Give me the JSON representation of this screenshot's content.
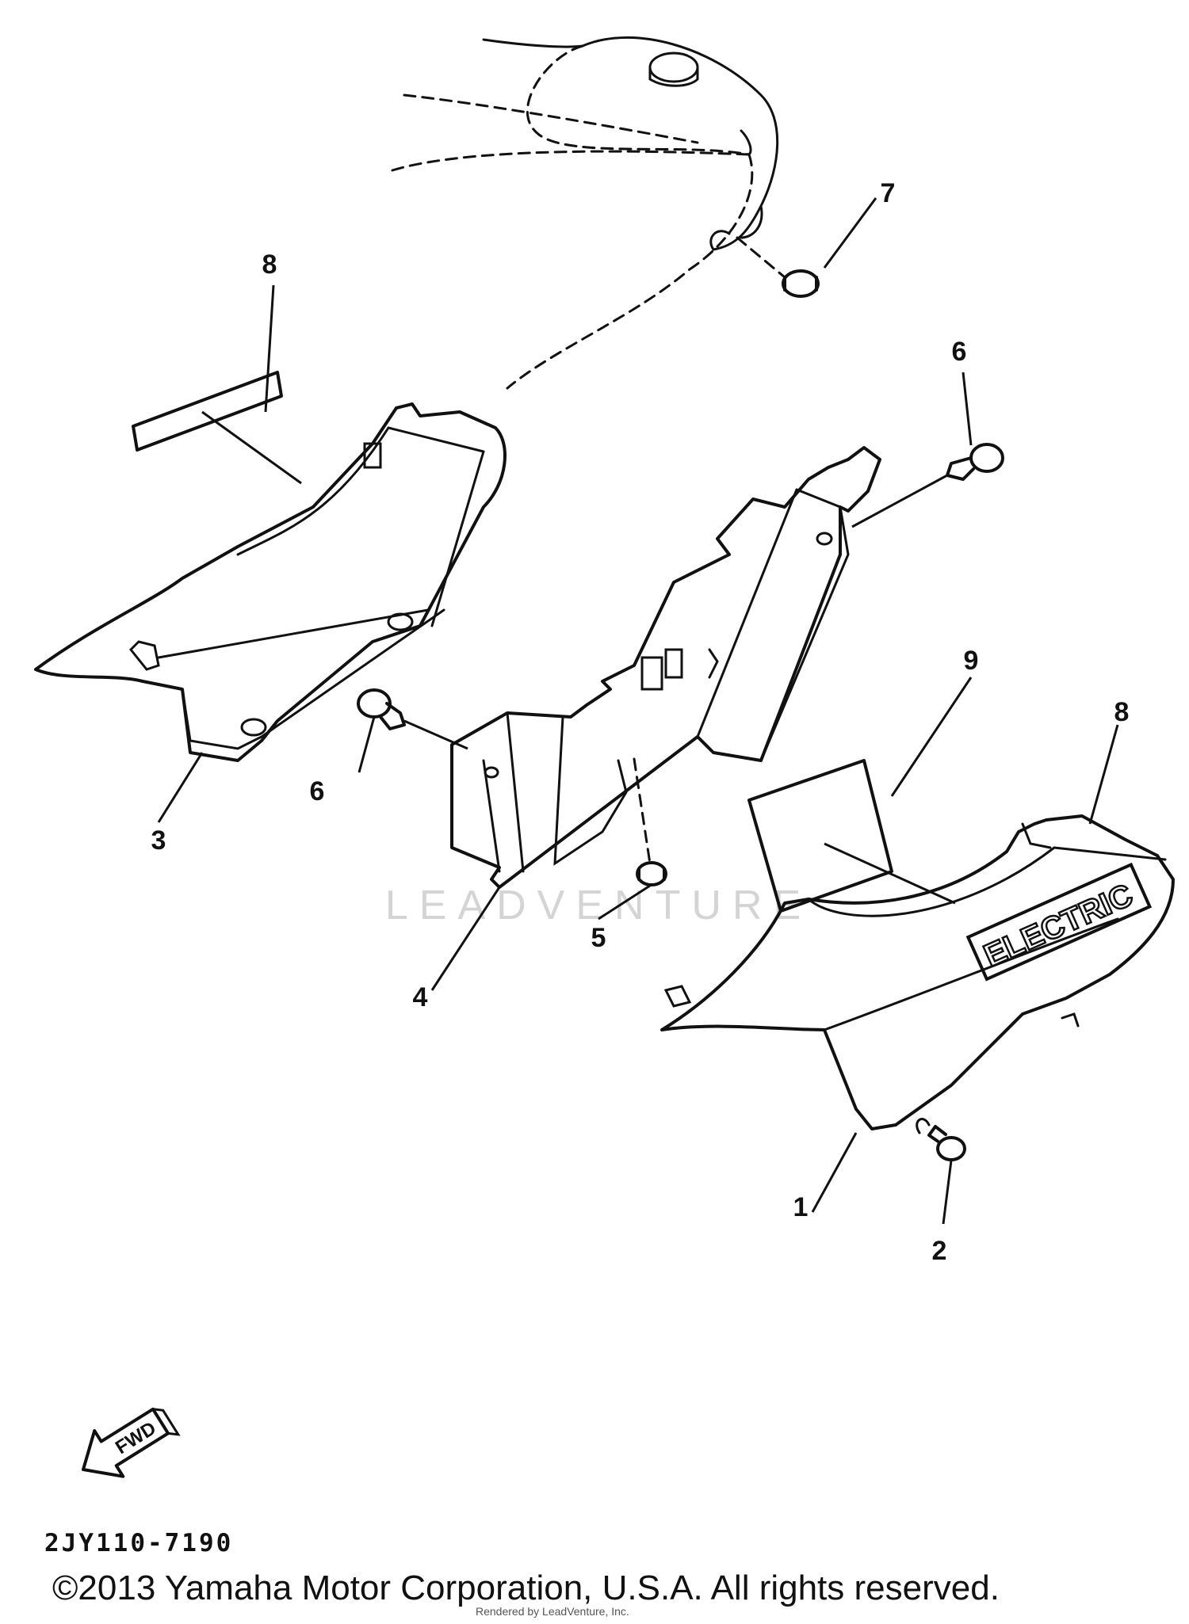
{
  "watermark": "LEADVENTURE",
  "decal_text": "ELECTRIC",
  "fwd_label": "FWD",
  "callouts": [
    {
      "id": "1",
      "label": "1"
    },
    {
      "id": "2",
      "label": "2"
    },
    {
      "id": "3",
      "label": "3"
    },
    {
      "id": "4",
      "label": "4"
    },
    {
      "id": "5",
      "label": "5"
    },
    {
      "id": "6a",
      "label": "6"
    },
    {
      "id": "6b",
      "label": "6"
    },
    {
      "id": "7",
      "label": "7"
    },
    {
      "id": "8a",
      "label": "8"
    },
    {
      "id": "8b",
      "label": "8"
    },
    {
      "id": "9",
      "label": "9"
    }
  ],
  "diagram_code": "2JY110-7190",
  "copyright": "©2013 Yamaha Motor Corporation, U.S.A. All rights reserved.",
  "credit": "Rendered by LeadVenture, Inc."
}
